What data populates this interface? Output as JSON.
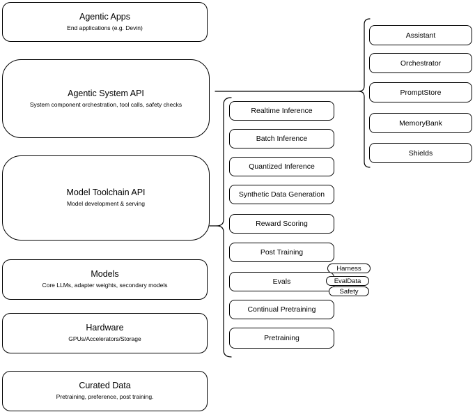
{
  "colors": {
    "stroke": "#000000",
    "fill": "#ffffff",
    "text": "#000000",
    "background": "#ffffff"
  },
  "left_column": [
    {
      "title": "Agentic Apps",
      "subtitle": "End applications (e.g. Devin)"
    },
    {
      "title": "Agentic System API",
      "subtitle": "System component orchestration, tool calls, safety checks"
    },
    {
      "title": "Model Toolchain API",
      "subtitle": "Model development & serving"
    },
    {
      "title": "Models",
      "subtitle": "Core LLMs, adapter weights, secondary models"
    },
    {
      "title": "Hardware",
      "subtitle": "GPUs/Accelerators/Storage"
    },
    {
      "title": "Curated Data",
      "subtitle": "Pretraining, preference, post training."
    }
  ],
  "toolchain": {
    "items": [
      "Realtime Inference",
      "Batch Inference",
      "Quantized Inference",
      "Synthetic Data Generation",
      "Reward Scoring",
      "Post Training",
      "Evals",
      "Continual Pretraining",
      "Pretraining"
    ]
  },
  "evals_tags": [
    "Harness",
    "EvalData",
    "Safety"
  ],
  "system_components": [
    "Assistant",
    "Orchestrator",
    "PromptStore",
    "MemoryBank",
    "Shields"
  ]
}
